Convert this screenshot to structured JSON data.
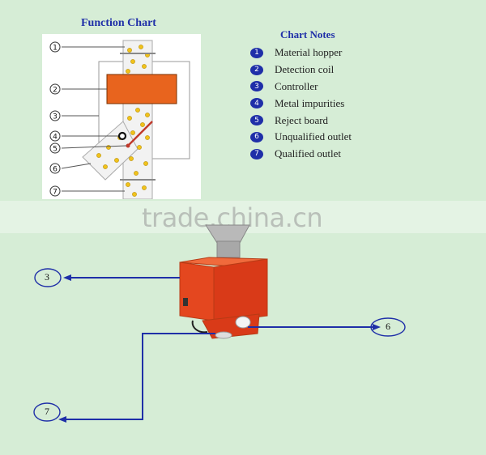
{
  "function_chart": {
    "title": "Function Chart",
    "markers": [
      "1",
      "2",
      "3",
      "4",
      "5",
      "6",
      "7"
    ]
  },
  "chart_notes": {
    "title": "Chart Notes",
    "items": [
      {
        "num": "1",
        "label": "Material hopper"
      },
      {
        "num": "2",
        "label": "Detection coil"
      },
      {
        "num": "3",
        "label": "Controller"
      },
      {
        "num": "4",
        "label": "Metal impurities"
      },
      {
        "num": "5",
        "label": "Reject board"
      },
      {
        "num": "6",
        "label": "Unqualified outlet"
      },
      {
        "num": "7",
        "label": "Qualified outlet"
      }
    ]
  },
  "watermark": "trade.china.cn",
  "callouts": {
    "controller": "3",
    "unqualified_outlet": "6",
    "qualified_outlet": "7"
  },
  "colors": {
    "accent_blue": "#1f2fa8",
    "coil_orange": "#e8641e",
    "machine_red": "#e0401e",
    "background": "#d6edd6"
  }
}
